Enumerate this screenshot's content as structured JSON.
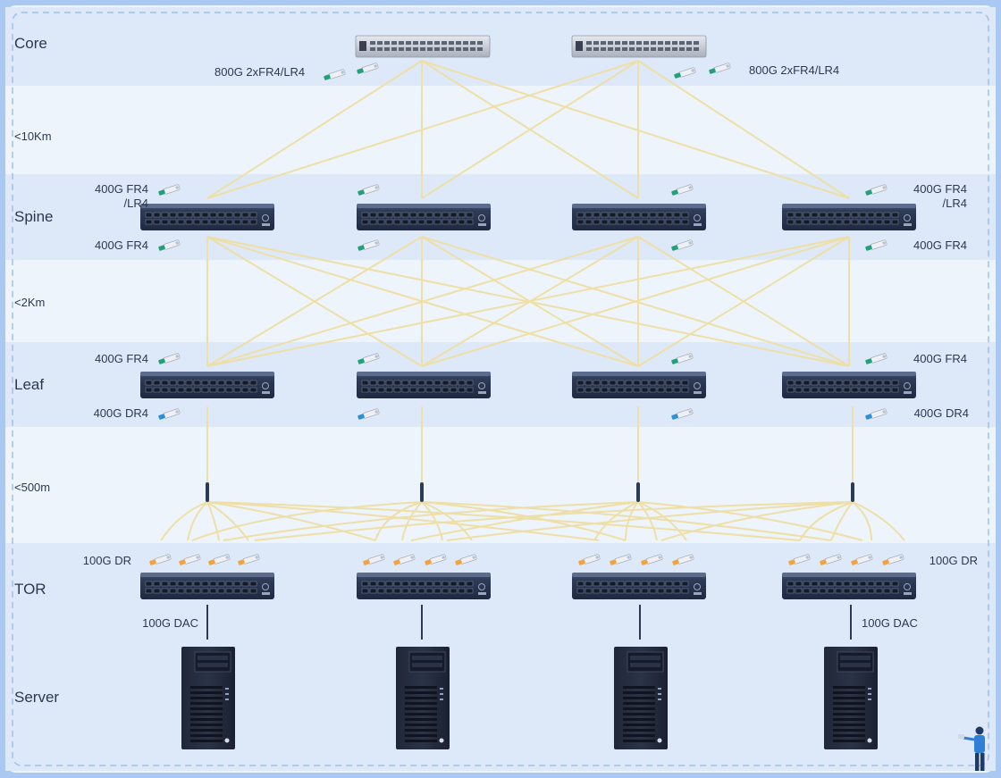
{
  "tiers": {
    "core": "Core",
    "dist_core_spine": "<10Km",
    "spine": "Spine",
    "dist_spine_leaf": "<2Km",
    "leaf": "Leaf",
    "dist_leaf_tor": "<500m",
    "tor": "TOR",
    "server": "Server"
  },
  "labels": {
    "core_left": "800G 2xFR4/LR4",
    "core_right": "800G 2xFR4/LR4",
    "spine_top_left_1": "400G FR4",
    "spine_top_left_2": "/LR4",
    "spine_top_right_1": "400G FR4",
    "spine_top_right_2": "/LR4",
    "spine_bottom_left": "400G FR4",
    "spine_bottom_right": "400G FR4",
    "leaf_top_left": "400G FR4",
    "leaf_top_right": "400G FR4",
    "leaf_bottom_left": "400G DR4",
    "leaf_bottom_right": "400G DR4",
    "tor_left": "100G DR",
    "tor_right": "100G DR",
    "dac_left": "100G DAC",
    "dac_right": "100G DAC"
  },
  "colors": {
    "page_border": "#a9c8f2",
    "band_dark": "#dde9f8",
    "band_light": "#eef4fc",
    "fiber": "#eedfa6",
    "switch_body": "#2d3a55",
    "core_switch": "#c9ced8",
    "module_green": "#23a07a",
    "module_blue": "#2d8fd6",
    "module_orange": "#f2a33b"
  }
}
